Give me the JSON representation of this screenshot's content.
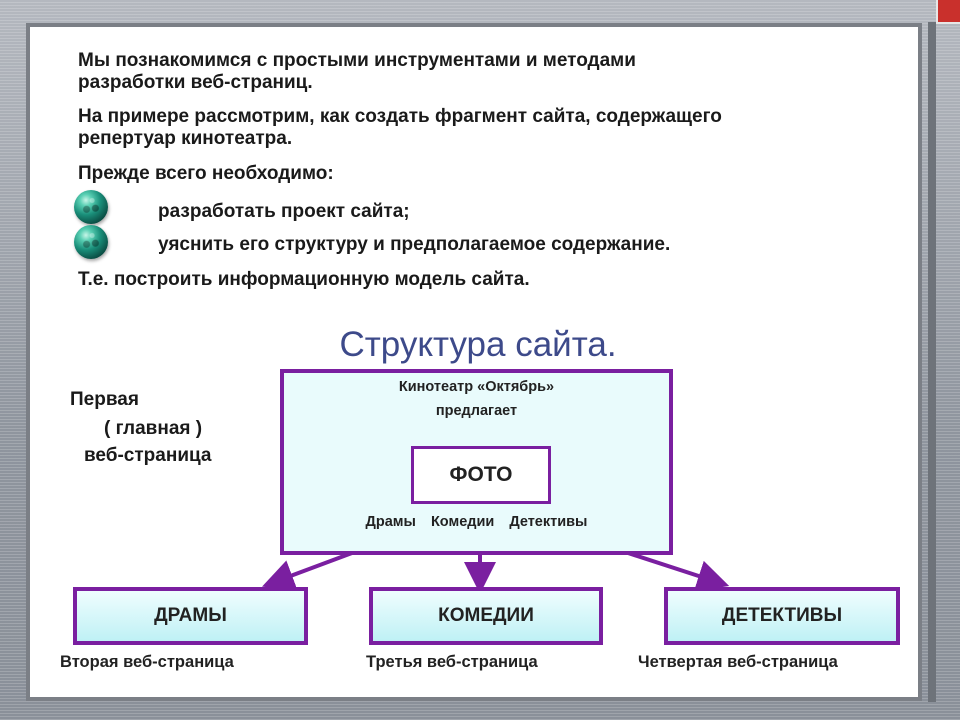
{
  "intro": {
    "line1": "Мы познакомимся с простыми инструментами и методами",
    "line2": "разработки веб-страниц.",
    "line3": "На примере рассмотрим, как создать фрагмент сайта, содержащего",
    "line4": "репертуар кинотеатра.",
    "line5": "Прежде всего необходимо:",
    "bullets": [
      "разработать проект сайта;",
      "уяснить его структуру и предполагаемое содержание."
    ],
    "line6": "Т.е. построить информационную модель сайта."
  },
  "diagram": {
    "title": "Структура сайта.",
    "first_page_label": [
      "Первая",
      "( главная )",
      "веб-страница"
    ],
    "main_box": {
      "heading_line1": "Кинотеатр «Октябрь»",
      "heading_line2": "предлагает",
      "photo": "ФОТО",
      "links": [
        "Драмы",
        "Комедии",
        "Детективы"
      ]
    },
    "pages": [
      {
        "label": "ДРАМЫ",
        "caption": "Вторая веб-страница"
      },
      {
        "label": "КОМЕДИИ",
        "caption": "Третья веб-страница"
      },
      {
        "label": "ДЕТЕКТИВЫ",
        "caption": "Четвертая веб-страница"
      }
    ],
    "colors": {
      "border": "#7a1fa0",
      "box_fill": "#e9fbfc",
      "title": "#3d4a8a"
    }
  }
}
